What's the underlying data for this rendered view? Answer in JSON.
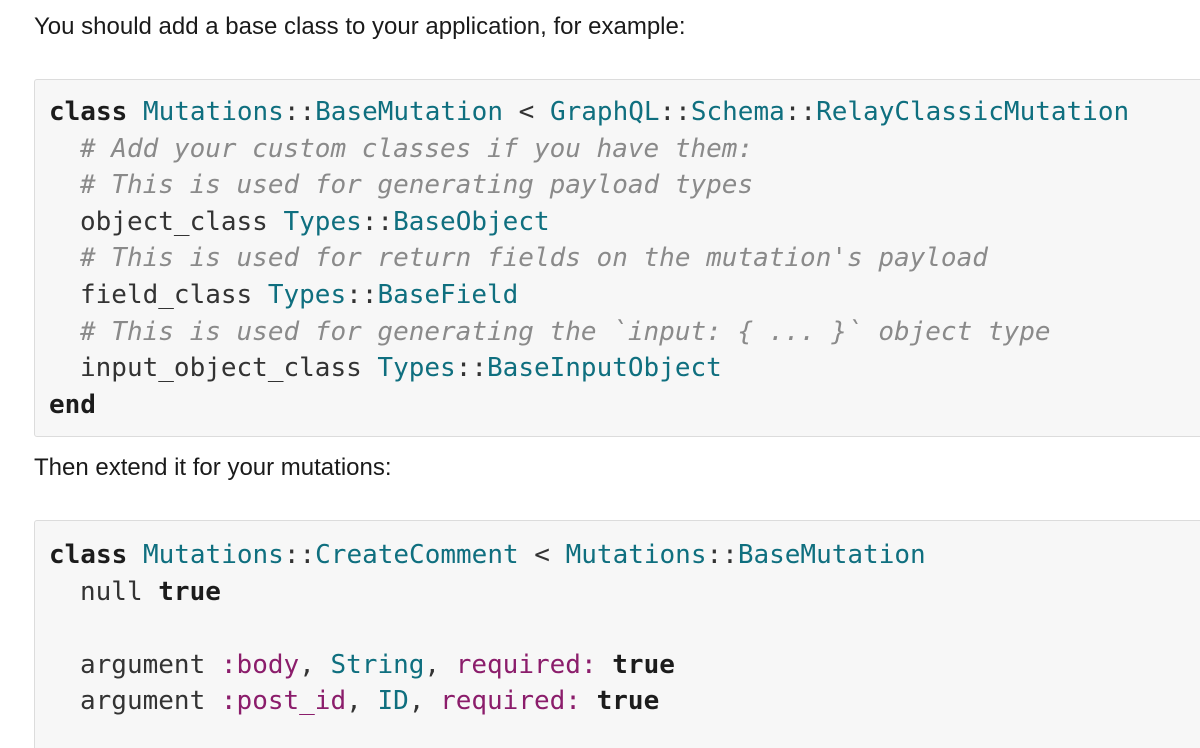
{
  "intro_text": "You should add a base class to your application, for example:",
  "second_text": "Then extend it for your mutations:",
  "code1": {
    "l1": {
      "kw": "class",
      "ns": "Mutations",
      "sep": "::",
      "name": "BaseMutation",
      "lt": " < ",
      "p1": "GraphQL",
      "sep2": "::",
      "p2": "Schema",
      "sep3": "::",
      "p3": "RelayClassicMutation"
    },
    "l2": "# Add your custom classes if you have them:",
    "l3": "# This is used for generating payload types",
    "l4": {
      "method": "object_class",
      "ns": "Types",
      "sep": "::",
      "name": "BaseObject"
    },
    "l5": "# This is used for return fields on the mutation's payload",
    "l6": {
      "method": "field_class",
      "ns": "Types",
      "sep": "::",
      "name": "BaseField"
    },
    "l7": "# This is used for generating the `input: { ... }` object type",
    "l8": {
      "method": "input_object_class",
      "ns": "Types",
      "sep": "::",
      "name": "BaseInputObject"
    },
    "l9": "end"
  },
  "code2": {
    "l1": {
      "kw": "class",
      "ns": "Mutations",
      "sep": "::",
      "name": "CreateComment",
      "lt": " < ",
      "pns": "Mutations",
      "psep": "::",
      "pname": "BaseMutation"
    },
    "l2": {
      "method": "null",
      "val": "true"
    },
    "l4": {
      "method": "argument",
      "sym": ":body",
      "comma": ",",
      "type": "String",
      "comma2": ",",
      "key": "required:",
      "val": "true"
    },
    "l5": {
      "method": "argument",
      "sym": ":post_id",
      "comma": ",",
      "type": "ID",
      "comma2": ",",
      "key": "required:",
      "val": "true"
    }
  }
}
